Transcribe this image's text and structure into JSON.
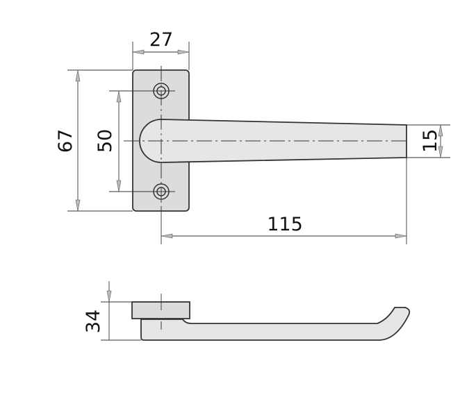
{
  "dimensions": {
    "plate_width": "27",
    "plate_height": "67",
    "hole_spacing": "50",
    "handle_length": "115",
    "handle_width": "15",
    "depth": "34"
  },
  "colors": {
    "part_fill": "#dcdcdc",
    "handle_fill": "#e6e6e6",
    "line": "#333333"
  }
}
